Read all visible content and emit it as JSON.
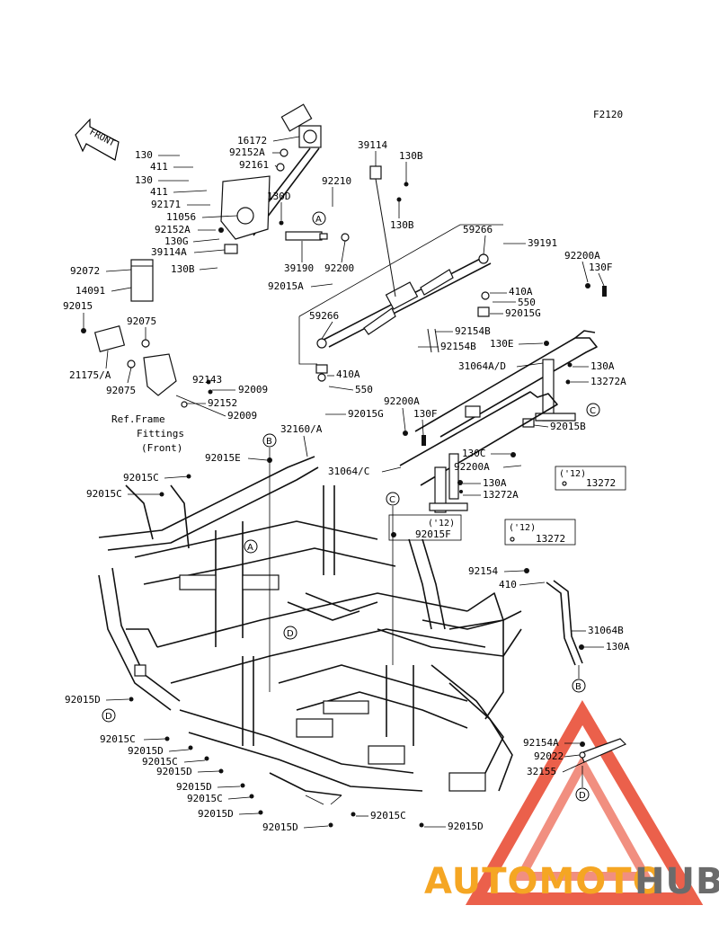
{
  "figure_code": "F2120",
  "front_marker": "FRONT",
  "ref_note": [
    "Ref.Frame",
    "Fittings",
    "(Front)"
  ],
  "callouts": {
    "A": "A",
    "B": "B",
    "C": "C",
    "D": "D"
  },
  "year_note": "('12)",
  "labels": {
    "l130_1": "130",
    "l411_1": "411",
    "l130_2": "130",
    "l411_2": "411",
    "l92171": "92171",
    "l11056": "11056",
    "l92152A_1": "92152A",
    "l130G": "130G",
    "l39114A": "39114A",
    "l130B_1": "130B",
    "l16172": "16172",
    "l92152A_2": "92152A",
    "l92161": "92161",
    "l130D": "130D",
    "l92210": "92210",
    "l39190": "39190",
    "l92200": "92200",
    "l92015A": "92015A",
    "l39114": "39114",
    "l130B_2": "130B",
    "l130B_3": "130B",
    "l59266_1": "59266",
    "l39191": "39191",
    "l410A_1": "410A",
    "l550_1": "550",
    "l92015G_1": "92015G",
    "l59266_2": "59266",
    "l92154B_1": "92154B",
    "l92154B_2": "92154B",
    "l410A_2": "410A",
    "l550_2": "550",
    "l92015G_2": "92015G",
    "l92072": "92072",
    "l14091": "14091",
    "l92015_top": "92015",
    "l92075_1": "92075",
    "l21175A": "21175/A",
    "l92075_2": "92075",
    "l92143": "92143",
    "l92009_1": "92009",
    "l92152": "92152",
    "l92009_2": "92009",
    "l92200A_1": "92200A",
    "l130F_1": "130F",
    "l130E": "130E",
    "l31064AD": "31064A/D",
    "l130A_1": "130A",
    "l13272A_1": "13272A",
    "l92015B": "92015B",
    "l92200A_2": "92200A",
    "l130F_2": "130F",
    "l32160A": "32160/A",
    "l92015E": "92015E",
    "l31064C": "31064/C",
    "l130C_1": "130C",
    "l92200A_3": "92200A",
    "l130A_2": "130A",
    "l13272A_2": "13272A",
    "l13272_1": "13272",
    "l92015F": "92015F",
    "l13272_2": "13272",
    "l92015C_1": "92015C",
    "l92015C_2": "92015C",
    "l92154": "92154",
    "l410": "410",
    "l31064B": "31064B",
    "l130A_3": "130A",
    "l92015D_1": "92015D",
    "l92015C_3": "92015C",
    "l92015D_2": "92015D",
    "l92015C_4": "92015C",
    "l92015D_3": "92015D",
    "l92015D_4": "92015D",
    "l92015C_5": "92015C",
    "l92015D_5": "92015D",
    "l92015D_6": "92015D",
    "l92015C_6": "92015C",
    "l92015D_7": "92015D",
    "l92154A": "92154A",
    "l92022": "92022",
    "l32155": "32155"
  },
  "watermark": {
    "part1": "AUTOMOTO",
    "part2": "HUB",
    "color1": "#f5a623",
    "color2": "#6b6b6b",
    "triangle_color": "#e8452c"
  }
}
